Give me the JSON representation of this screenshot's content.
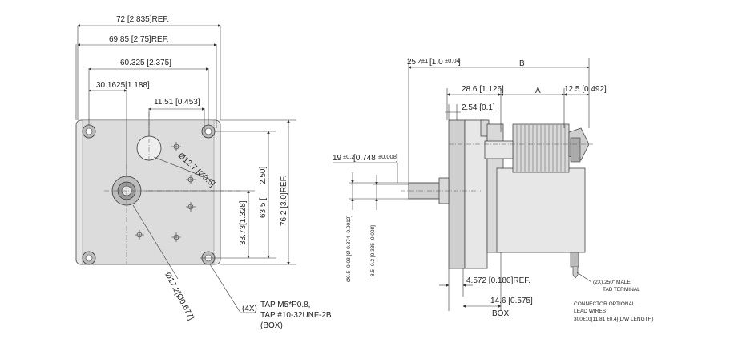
{
  "front_view": {
    "dim_overall_width": "72 [2.835]REF.",
    "dim_hole_span": "69.85 [2.75]REF.",
    "dim_hole_span_2": "60.325 [2.375]",
    "dim_shaft_offset_x": "30.1625[1.188]",
    "dim_boss_offset_x": "11.51 [0.453]",
    "dim_boss_dia": "Ø12.7 [Ø0.5]",
    "dim_shaft_dia": "Ø17.2[Ø0.677]",
    "dim_hole_span_v": "2.50]",
    "dim_hole_span_v_prefix": "63.5 [",
    "dim_overall_height": "76.2 [3.0]REF.",
    "dim_shaft_height": "33.73[1.328]",
    "tap_qty": "(4X)",
    "tap_line1": "TAP M5*P0.8,",
    "tap_line2": "TAP #10-32UNF-2B",
    "tap_line3": "(BOX)"
  },
  "side_view": {
    "dim_shaft_length_prefix": "25.4",
    "dim_shaft_length_tol": "±1",
    "dim_shaft_length_inch": "[1.0",
    "dim_shaft_length_inch_tol": "±0.04",
    "dim_shaft_length_close": "]",
    "dim_B": "B",
    "dim_A": "A",
    "dim_28_6": "28.6 [1.126]",
    "dim_12_5": "12.5 [0.492]",
    "dim_2_54": "2.54 [0.1]",
    "dim_19_prefix": "19",
    "dim_19_tol": "±0.2",
    "dim_19_inch": "[0.748",
    "dim_19_inch_tol": "±0.008",
    "dim_19_close": "]",
    "dim_shaft_dia_v": "Ø9.5  -0.03  [Ø 0.374  -0.0012]",
    "dim_flat_v": "8.5  -0.2  [0.335  -0.008]",
    "dim_4_572": "4.572 [0.180]REF.",
    "dim_14_6": "14.6 [0.575]",
    "dim_box": "BOX",
    "terminal_line1": "(2X).250\" MALE",
    "terminal_line2": "TAB TERMINAL",
    "connector_line1": "CONNECTOR OPTIONAL",
    "connector_line2": "LEAD WIRES",
    "connector_line3": "300±10[11.81 ±0.4](L/W LENGTH)"
  }
}
